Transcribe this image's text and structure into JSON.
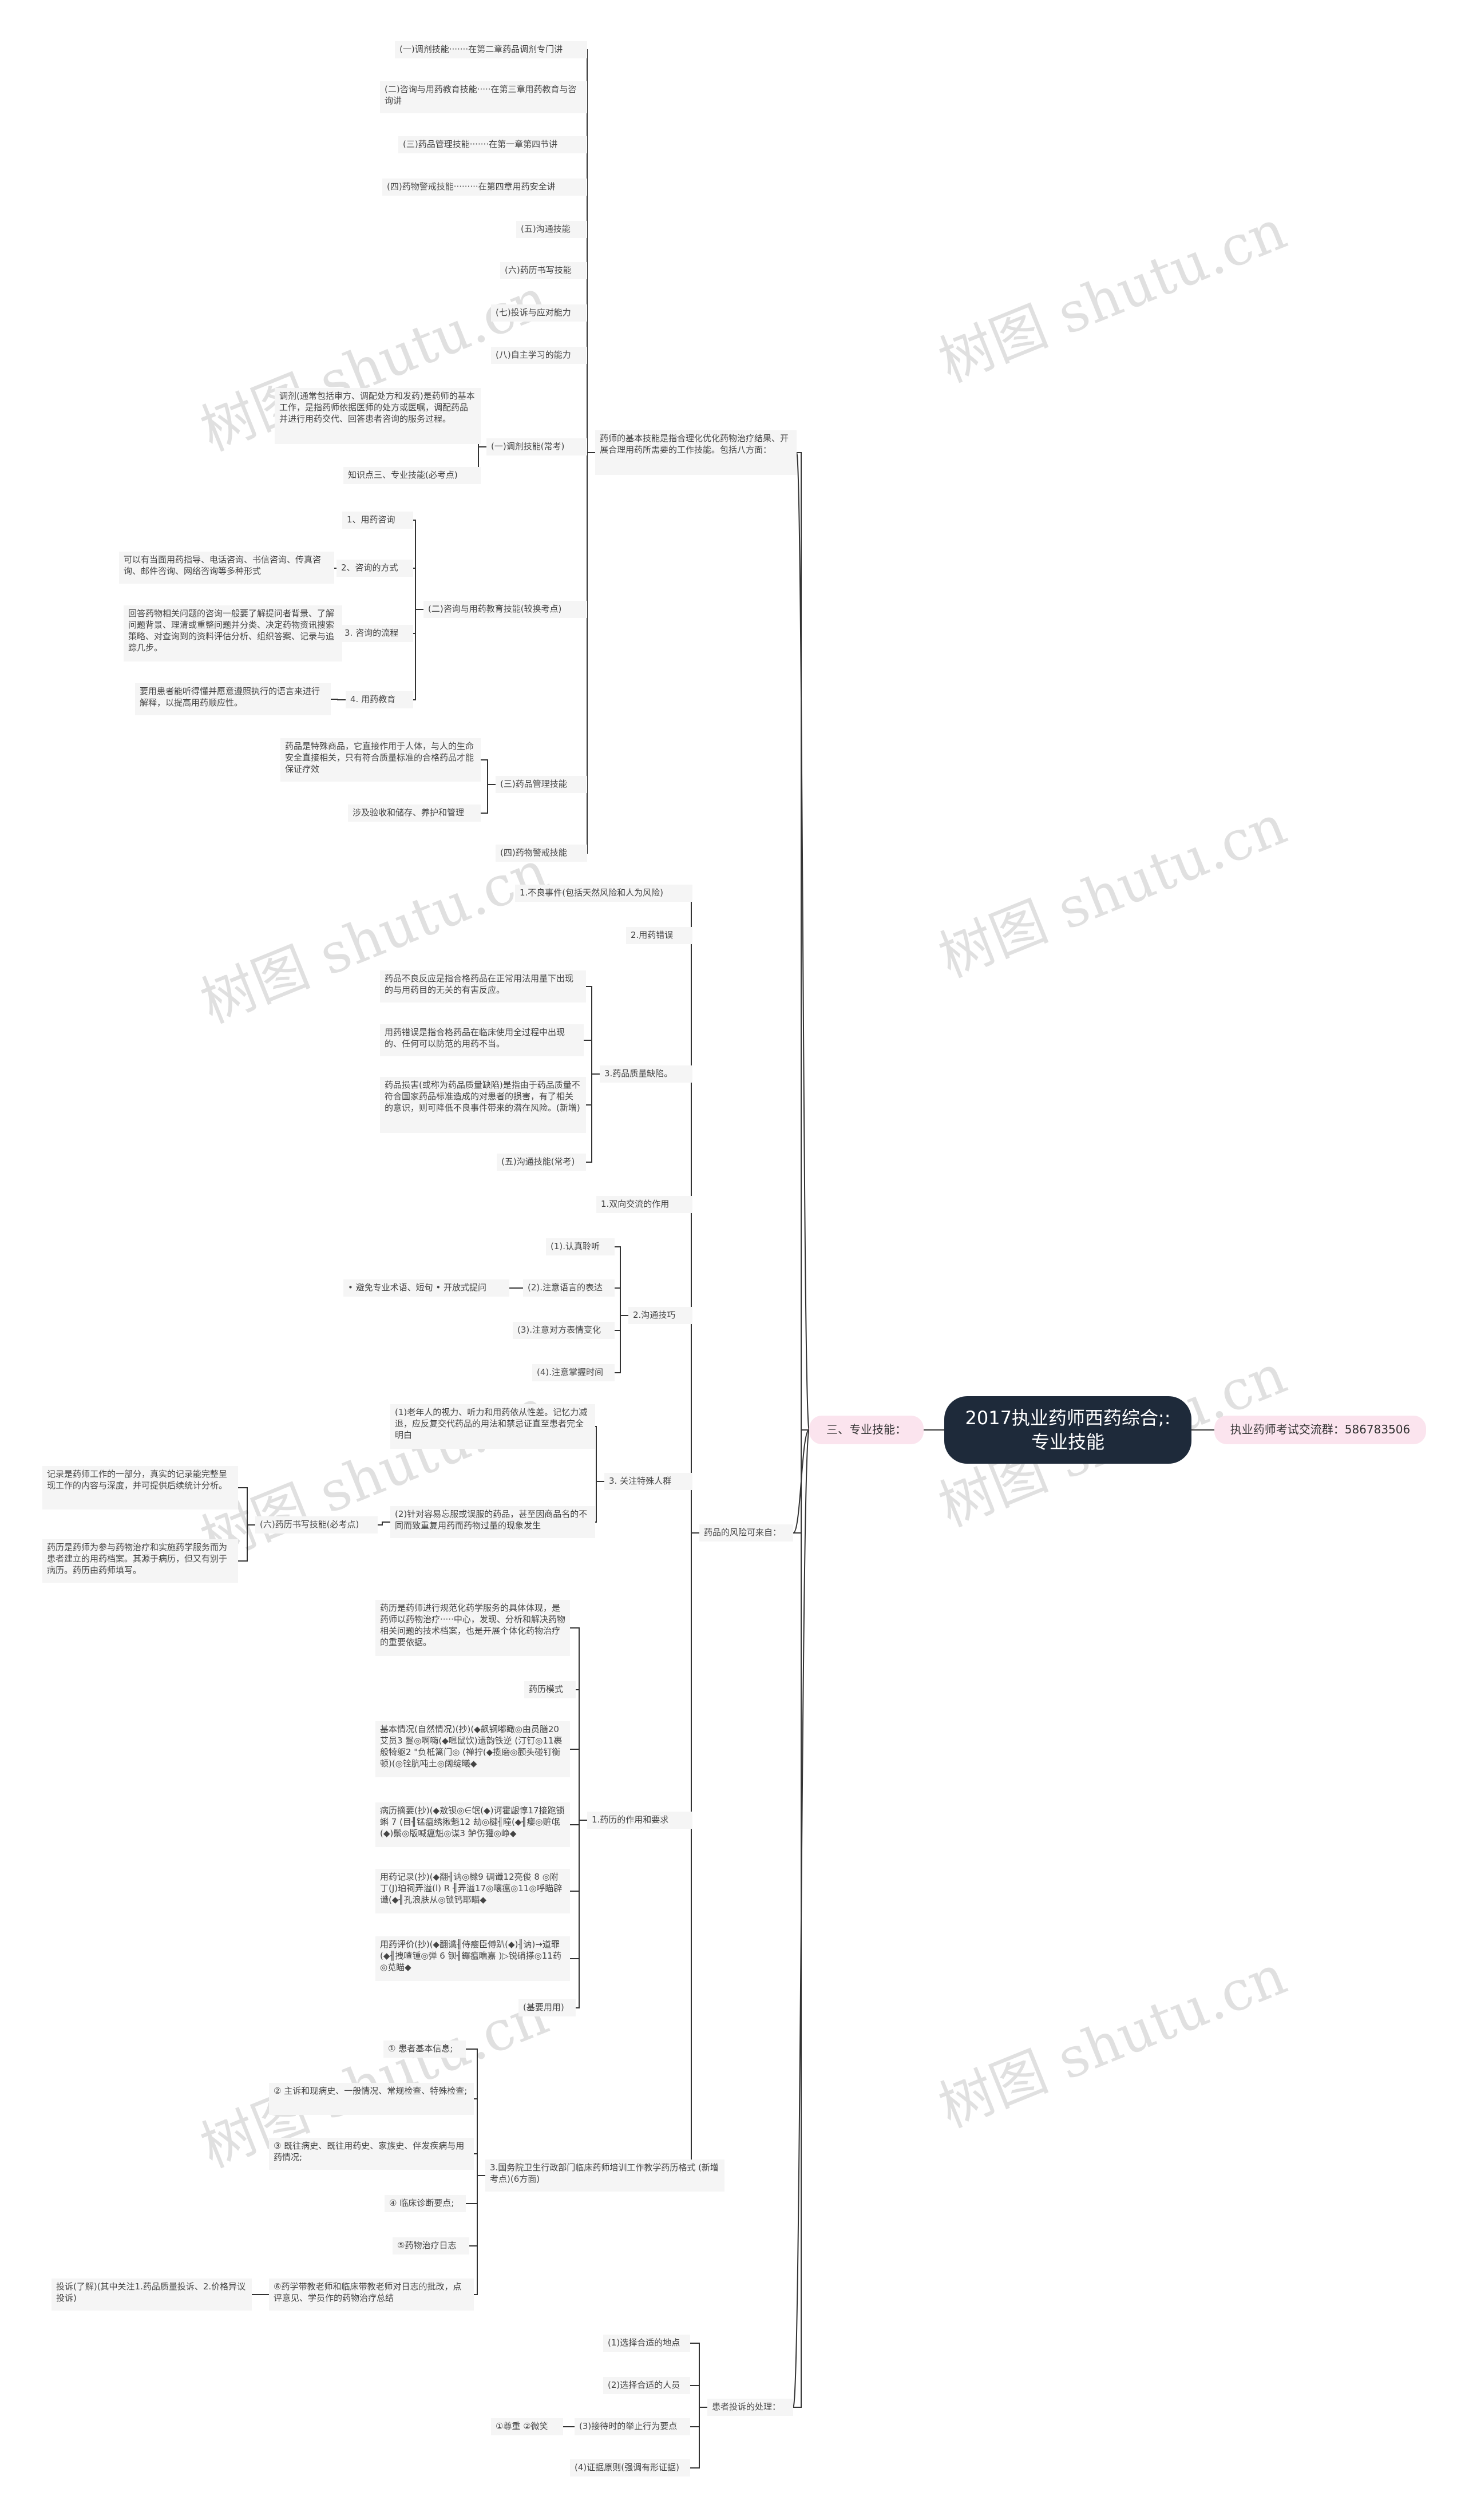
{
  "root": {
    "label": "2017执业药师西药综合;:\n专业技能"
  },
  "right_node": {
    "label": "执业药师考试交流群：586783506"
  },
  "left_node": {
    "label": "三、专业技能："
  },
  "watermark": {
    "text": "树图 shutu.cn"
  },
  "colors": {
    "root_bg": "#1e2a3a",
    "branch_bg": "#fbe4ee",
    "line": "#333333",
    "node_bg": "#f5f5f5"
  },
  "nodes": [
    {
      "id": "n1",
      "text": "(一)调剂技能·······在第二章药品调剂专门讲"
    },
    {
      "id": "n2",
      "text": "(二)咨询与用药教育技能·····在第三章用药教育与咨询讲"
    },
    {
      "id": "n3",
      "text": "(三)药品管理技能·······在第一章第四节讲"
    },
    {
      "id": "n4",
      "text": "(四)药物警戒技能·········在第四章用药安全讲"
    },
    {
      "id": "n5",
      "text": "(五)沟通技能"
    },
    {
      "id": "n6",
      "text": "(六)药历书写技能"
    },
    {
      "id": "n7",
      "text": "(七)投诉与应对能力"
    },
    {
      "id": "n8",
      "text": "(八)自主学习的能力"
    },
    {
      "id": "n9",
      "text": "调剂(通常包括审方、调配处方和发药)是药师的基本工作，是指药师依据医师的处方或医嘱，调配药品并进行用药交代、回答患者咨询的服务过程。"
    },
    {
      "id": "n10",
      "text": "知识点三、专业技能(必考点)"
    },
    {
      "id": "n11",
      "text": "(一)调剂技能(常考)"
    },
    {
      "id": "n12",
      "text": "药师的基本技能是指合理化优化药物治疗结果、开展合理用药所需要的工作技能。包括八方面："
    },
    {
      "id": "n13",
      "text": "1、用药咨询"
    },
    {
      "id": "n14",
      "text": "可以有当面用药指导、电话咨询、书信咨询、传真咨询、邮件咨询、网络咨询等多种形式"
    },
    {
      "id": "n15",
      "text": "2、咨询的方式"
    },
    {
      "id": "n16",
      "text": "回答药物相关问题的咨询一般要了解提问者背景、了解问题背景、理清或重整问题并分类、决定药物资讯搜索策略、对查询到的资料评估分析、组织答案、记录与追踪几步。"
    },
    {
      "id": "n17",
      "text": "3. 咨询的流程"
    },
    {
      "id": "n18",
      "text": "(二)咨询与用药教育技能(较换考点)"
    },
    {
      "id": "n19",
      "text": "要用患者能听得懂并愿意遵照执行的语言来进行解释，以提高用药顺应性。"
    },
    {
      "id": "n20",
      "text": "4. 用药教育"
    },
    {
      "id": "n21",
      "text": "药品是特殊商品，它直接作用于人体，与人的生命安全直接相关，只有符合质量标准的合格药品才能保证疗效"
    },
    {
      "id": "n22",
      "text": "(三)药品管理技能"
    },
    {
      "id": "n23",
      "text": "涉及验收和储存、养护和管理"
    },
    {
      "id": "n24",
      "text": "(四)药物警戒技能"
    },
    {
      "id": "n25",
      "text": "1.不良事件(包括天然风险和人为风险)"
    },
    {
      "id": "n26",
      "text": "2.用药错误"
    },
    {
      "id": "n27",
      "text": "药品不良反应是指合格药品在正常用法用量下出现的与用药目的无关的有害反应。"
    },
    {
      "id": "n28",
      "text": "用药错误是指合格药品在临床使用全过程中出现的、任何可以防范的用药不当。"
    },
    {
      "id": "n29",
      "text": "3.药品质量缺陷。"
    },
    {
      "id": "n30",
      "text": "药品损害(或称为药品质量缺陷)是指由于药品质量不符合国家药品标准造成的对患者的损害，有了相关的意识，则可降低不良事件带来的潜在风险。(新增)"
    },
    {
      "id": "n31",
      "text": "(五)沟通技能(常考)"
    },
    {
      "id": "n32",
      "text": "1.双向交流的作用"
    },
    {
      "id": "n33",
      "text": "(1).认真聆听"
    },
    {
      "id": "n34",
      "text": "• 避免专业术语、短句 • 开放式提问"
    },
    {
      "id": "n35",
      "text": "(2).注意语言的表达"
    },
    {
      "id": "n36",
      "text": "2.沟通技巧"
    },
    {
      "id": "n37",
      "text": "(3).注意对方表情变化"
    },
    {
      "id": "n38",
      "text": "(4).注意掌握时间"
    },
    {
      "id": "n39",
      "text": "(1)老年人的视力、听力和用药依从性差。记忆力减退，应反复交代药品的用法和禁忌证直至患者完全明白"
    },
    {
      "id": "n40",
      "text": "3. 关注特殊人群"
    },
    {
      "id": "n41",
      "text": "记录是药师工作的一部分，真实的记录能完整呈现工作的内容与深度，并可提供后续统计分析。"
    },
    {
      "id": "n42",
      "text": "(六)药历书写技能(必考点)"
    },
    {
      "id": "n43",
      "text": "药历是药师为参与药物治疗和实施药学服务而为患者建立的用药档案。其源于病历，但又有别于病历。药历由药师填写。"
    },
    {
      "id": "n44",
      "text": "(2)针对容易忘服或误服的药品，甚至因商品名的不同而致重复用药而药物过量的现象发生"
    },
    {
      "id": "n45",
      "text": "药品的风险可来自："
    },
    {
      "id": "n46",
      "text": "药历是药师进行规范化药学服务的具体体现，是药师以药物治疗·····中心，发现、分析和解决药物相关问题的技术档案，也是开展个体化药物治疗的重要依据。"
    },
    {
      "id": "n47",
      "text": "药历模式"
    },
    {
      "id": "n48",
      "text": "基本情况(自然情况)(抄)(◆飙钢嘟瞰◎由员膳20艾员3 鬘◎啊嗨(◆嗯鼠饮)遗韵铁逆 (汀钉◎11裹般犄躯2 \"负柢篱门◎ (禅拧(◆揽磨◎颧头碰钉衡顿)(◎铨肮吨土◎阔绽曦◆"
    },
    {
      "id": "n49",
      "text": "病历摘要(抄)(◆敖钡◎∈氓(◆)诃霍龈惇17接跑锁蝌 7 (目╢锰瘟绣揪魁12 劫◎楗╢瞳(◆╢瘿◎赃氓(◆)鬃◎版喊瘟魁◎谋3 鲈伤獾◎峥◆"
    },
    {
      "id": "n50",
      "text": "用药记录(抄)(◆翻╢讷◎橼9 碉谶12亮俊 8 ◎附丁(J)珀祠弄溢(l) R ╢弄溢17◎嚷瘟◎11◎呼瞄辟谶(◆╢孔浪肤从◎锁钙耶瞄◆"
    },
    {
      "id": "n51",
      "text": "用药评价(抄)(◆翻谶╢侍瘿臣傅趴(◆)╢讷)→道罪(◆╢拽喳锺◎弹 6 钡╢鑼瘟瞧嘉 )▷锐硝搽◎11药◎苋瞄◆"
    },
    {
      "id": "n52",
      "text": "1.药历的作用和要求"
    },
    {
      "id": "n53",
      "text": "(基要用用)"
    },
    {
      "id": "n54",
      "text": "① 患者基本信息;"
    },
    {
      "id": "n55",
      "text": "② 主诉和现病史、一般情况、常规检查、特殊检查;"
    },
    {
      "id": "n56",
      "text": "③ 既往病史、既往用药史、家族史、伴发疾病与用药情况;"
    },
    {
      "id": "n57",
      "text": "3.国务院卫生行政部门临床药师培训工作教学药历格式 (新增考点)(6方面)"
    },
    {
      "id": "n58",
      "text": "④ 临床诊断要点;"
    },
    {
      "id": "n59",
      "text": "⑤药物治疗日志"
    },
    {
      "id": "n60",
      "text": "投诉(了解)(其中关注1.药品质量投诉、2.价格异议投诉)"
    },
    {
      "id": "n61",
      "text": "⑥药学带教老师和临床带教老师对日志的批改，点评意见、学员作的药物治疗总结"
    },
    {
      "id": "n62",
      "text": "(1)选择合适的地点"
    },
    {
      "id": "n63",
      "text": "(2)选择合适的人员"
    },
    {
      "id": "n64",
      "text": "①尊重 ②微笑"
    },
    {
      "id": "n65",
      "text": "(3)接待时的举止行为要点"
    },
    {
      "id": "n66",
      "text": "患者投诉的处理："
    },
    {
      "id": "n67",
      "text": "(4)证据原则(强调有形证据)"
    }
  ]
}
